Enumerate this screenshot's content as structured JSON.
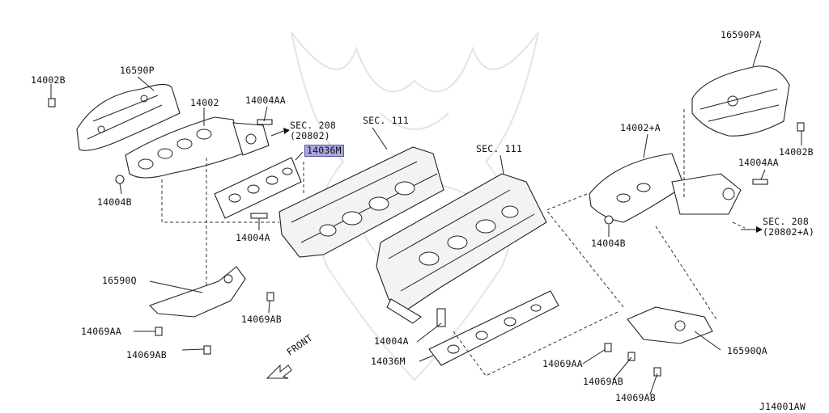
{
  "diagram_id": "J14001AW",
  "labels": {
    "p14002B_left": "14002B",
    "p16590P": "16590P",
    "p14002": "14002",
    "p14004AA_left": "14004AA",
    "sec208_left": "SEC. 208",
    "sec208_left_sub": "(20802)",
    "sec111_left": "SEC. 111",
    "p14036M_top": "14036M",
    "p14004B_left": "14004B",
    "p14004A_left": "14004A",
    "p16590Q": "16590Q",
    "p14069AA_left": "14069AA",
    "p14069AB_left1": "14069AB",
    "p14069AB_left2": "14069AB",
    "sec111_mid": "SEC. 111",
    "p14004A_mid": "14004A",
    "p14036M_bottom": "14036M",
    "front": "FRONT",
    "p16590PA": "16590PA",
    "p14002A": "14002+A",
    "p14002B_right": "14002B",
    "p14004AA_right": "14004AA",
    "p14004B_right": "14004B",
    "sec208_right": "SEC. 208",
    "sec208_right_sub": "(20802+A)",
    "p14069AA_right": "14069AA",
    "p14069AB_right1": "14069AB",
    "p14069AB_right2": "14069AB",
    "p16590QA": "16590QA"
  },
  "highlight_color": "#a9a7e0"
}
